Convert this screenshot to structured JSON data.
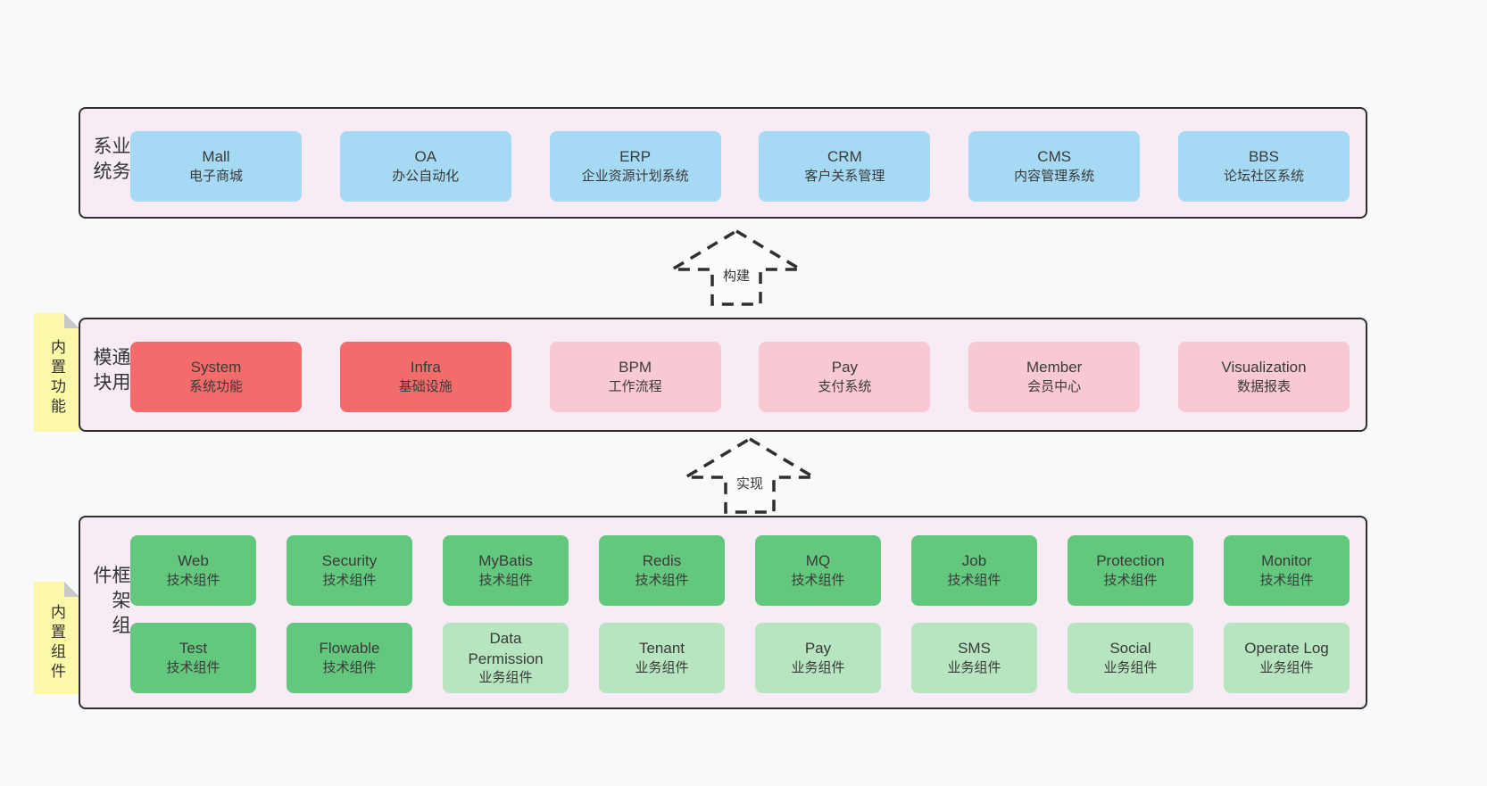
{
  "colors": {
    "page_bg": "#f9f9f9",
    "panel_bg": "#f7ecf5",
    "panel_border": "#2f2f2f",
    "blue_box": "#a6d9f3",
    "red_box": "#f26c6c",
    "pink_box": "#f9c9d3",
    "green_box": "#63c77d",
    "light_green_box": "#b7e5c0",
    "note_bg": "#fbf9a7",
    "note_fold": "#c9c9c9",
    "text": "#3a3a3a"
  },
  "arrows": [
    {
      "label": "构建"
    },
    {
      "label": "实现"
    }
  ],
  "sections": [
    {
      "id": "business-systems",
      "label": "业务系统",
      "boxes": [
        {
          "title": "Mall",
          "subtitle": "电子商城"
        },
        {
          "title": "OA",
          "subtitle": "办公自动化"
        },
        {
          "title": "ERP",
          "subtitle": "企业资源计划系统"
        },
        {
          "title": "CRM",
          "subtitle": "客户关系管理"
        },
        {
          "title": "CMS",
          "subtitle": "内容管理系统"
        },
        {
          "title": "BBS",
          "subtitle": "论坛社区系统"
        }
      ]
    },
    {
      "id": "common-modules",
      "label": "通用模块",
      "note": "内置功能",
      "boxes": [
        {
          "title": "System",
          "subtitle": "系统功能"
        },
        {
          "title": "Infra",
          "subtitle": "基础设施"
        },
        {
          "title": "BPM",
          "subtitle": "工作流程"
        },
        {
          "title": "Pay",
          "subtitle": "支付系统"
        },
        {
          "title": "Member",
          "subtitle": "会员中心"
        },
        {
          "title": "Visualization",
          "subtitle": "数据报表"
        }
      ]
    },
    {
      "id": "framework-components",
      "label": "框架组件",
      "note": "内置组件",
      "rows": [
        [
          {
            "title": "Web",
            "subtitle": "技术组件"
          },
          {
            "title": "Security",
            "subtitle": "技术组件"
          },
          {
            "title": "MyBatis",
            "subtitle": "技术组件"
          },
          {
            "title": "Redis",
            "subtitle": "技术组件"
          },
          {
            "title": "MQ",
            "subtitle": "技术组件"
          },
          {
            "title": "Job",
            "subtitle": "技术组件"
          },
          {
            "title": "Protection",
            "subtitle": "技术组件"
          },
          {
            "title": "Monitor",
            "subtitle": "技术组件"
          }
        ],
        [
          {
            "title": "Test",
            "subtitle": "技术组件"
          },
          {
            "title": "Flowable",
            "subtitle": "技术组件"
          },
          {
            "title": "Data Permission",
            "subtitle": "业务组件"
          },
          {
            "title": "Tenant",
            "subtitle": "业务组件"
          },
          {
            "title": "Pay",
            "subtitle": "业务组件"
          },
          {
            "title": "SMS",
            "subtitle": "业务组件"
          },
          {
            "title": "Social",
            "subtitle": "业务组件"
          },
          {
            "title": "Operate Log",
            "subtitle": "业务组件"
          }
        ]
      ]
    }
  ]
}
